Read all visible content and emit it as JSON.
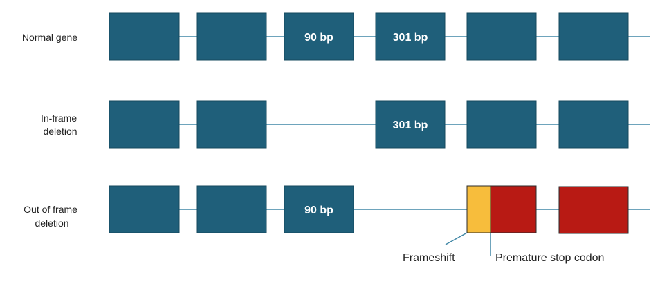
{
  "colors": {
    "exon": "#1f5f7a",
    "exon_border": "#16495e",
    "intron": "#3f86a5",
    "frameshift": "#f7bd3c",
    "stop_codon": "#b81a14",
    "text": "#222222",
    "exon_text": "#ffffff"
  },
  "rows": [
    {
      "label_lines": [
        "Normal gene"
      ]
    },
    {
      "label_lines": [
        "In-frame",
        "deletion"
      ]
    },
    {
      "label_lines": [
        "Out of frame",
        "deletion"
      ]
    }
  ],
  "exon_labels": {
    "exon3": "90 bp",
    "exon4": "301 bp"
  },
  "annotations": {
    "frameshift": "Frameshift",
    "stop": "Premature stop codon"
  }
}
